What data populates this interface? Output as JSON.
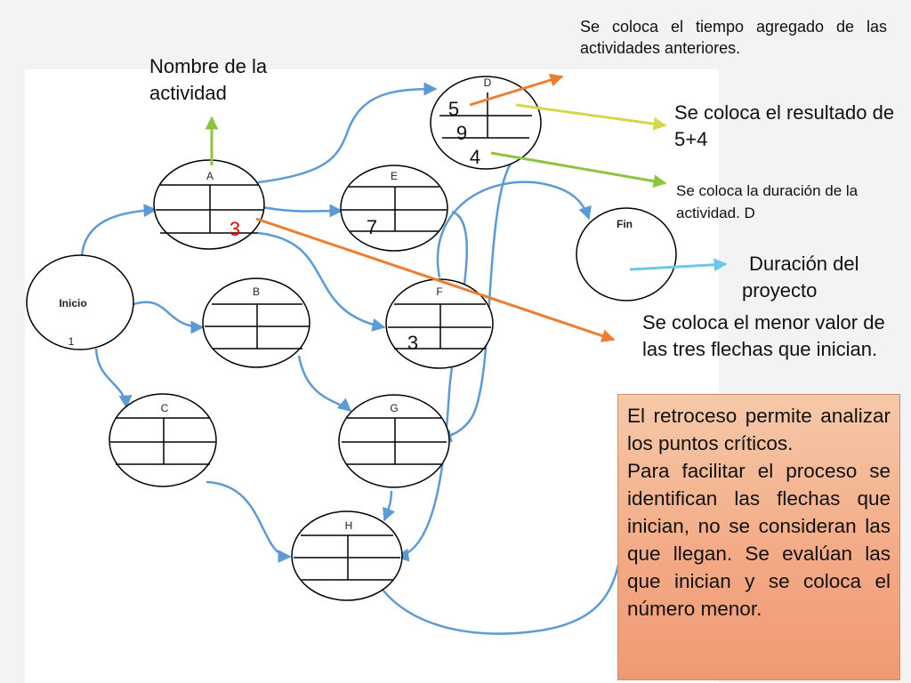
{
  "annotations": {
    "top": "Se coloca el tiempo agregado de las actividades anteriores.",
    "nombre": "Nombre de la actividad",
    "resultado": "Se coloca el resultado de 5+4",
    "duracion_actividad": "Se coloca la duración de la actividad. D",
    "duracion_proyecto_1": "Duración del",
    "duracion_proyecto_2": "proyecto",
    "menor": "Se coloca el menor valor de las tres flechas que inician."
  },
  "info_box": {
    "p1": "El retroceso permite analizar los puntos críticos.",
    "p2": "Para facilitar el proceso se identifican las flechas que inician, no se consideran las que llegan. Se evalúan las que inician y se coloca el número menor."
  },
  "nodes": {
    "inicio": {
      "label": "Inicio",
      "num": "1"
    },
    "a": {
      "label": "A",
      "num": "3"
    },
    "b": {
      "label": "B"
    },
    "c": {
      "label": "C"
    },
    "d": {
      "label": "D",
      "top": "5",
      "mid": "9",
      "bottom": "4"
    },
    "e": {
      "label": "E",
      "num": "7"
    },
    "f": {
      "label": "F",
      "num": "3"
    },
    "g": {
      "label": "G"
    },
    "h": {
      "label": "H"
    },
    "fin": {
      "label": "Fin"
    }
  },
  "colors": {
    "arrow_blue": "#5b9bd5",
    "arrow_orange": "#ed7d31",
    "arrow_yellow": "#d6d64a",
    "arrow_green": "#8cc63f",
    "arrow_lightblue": "#6ec6e8",
    "highlight_red": "#e00000",
    "box_fill": "#f3a883"
  }
}
